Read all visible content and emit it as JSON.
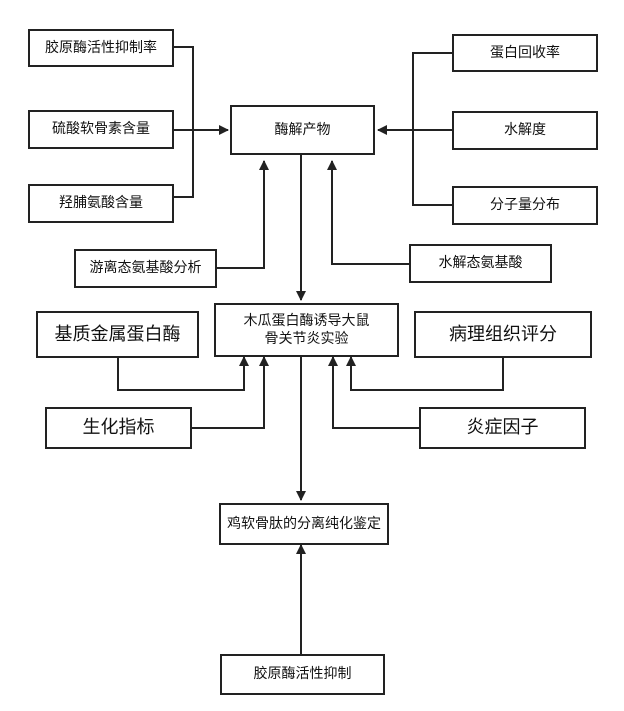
{
  "nodes": {
    "collagenase_activity_rate": "胶原酶活性抑制率",
    "chondroitin_sulfate": "硫酸软骨素含量",
    "hydroxyproline": "羟脯氨酸含量",
    "free_amino_acid": "游离态氨基酸分析",
    "hydrolysate": "酶解产物",
    "protein_recovery": "蛋白回收率",
    "hydrolysis_degree": "水解度",
    "molecular_weight": "分子量分布",
    "hydrolyzed_amino_acid": "水解态氨基酸",
    "papain_experiment_line1": "木瓜蛋白酶诱导大鼠",
    "papain_experiment_line2": "骨关节炎实验",
    "mmp": "基质金属蛋白酶",
    "pathology": "病理组织评分",
    "biochem": "生化指标",
    "inflammatory": "炎症因子",
    "peptide_purification": "鸡软骨肽的分离纯化鉴定",
    "collagenase_inhibition": "胶原酶活性抑制"
  }
}
